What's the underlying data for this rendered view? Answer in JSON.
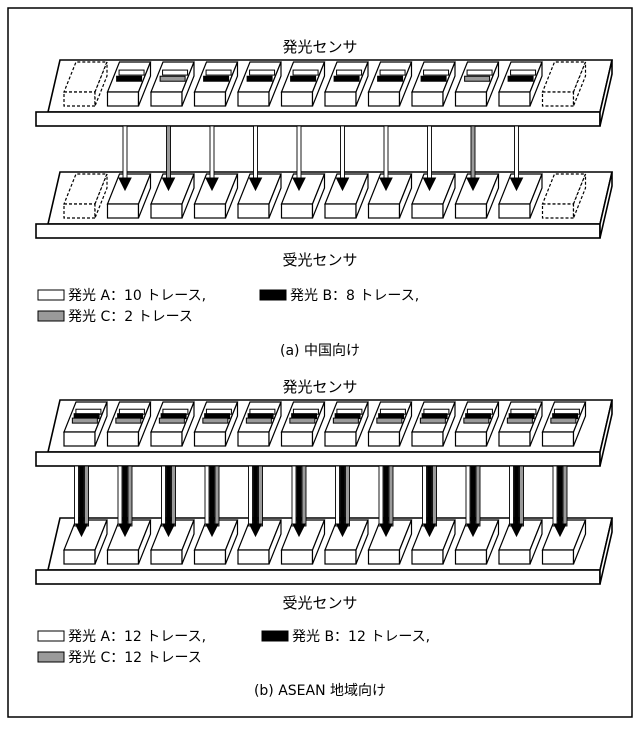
{
  "panel_a": {
    "emitter_label": "発光センサ",
    "receiver_label": "受光センサ",
    "legend": {
      "a_text": "発光 A：10 トレース,",
      "b_text": "発光 B：8 トレース,",
      "c_text": "発光 C：2 トレース"
    },
    "caption": "(a) 中国向け",
    "slots": [
      {
        "emitter": "none",
        "arrow": "none"
      },
      {
        "emitter": "B",
        "arrow": "A"
      },
      {
        "emitter": "C",
        "arrow": "C"
      },
      {
        "emitter": "B",
        "arrow": "A"
      },
      {
        "emitter": "B",
        "arrow": "A"
      },
      {
        "emitter": "B",
        "arrow": "A"
      },
      {
        "emitter": "B",
        "arrow": "A"
      },
      {
        "emitter": "B",
        "arrow": "A"
      },
      {
        "emitter": "B",
        "arrow": "A"
      },
      {
        "emitter": "C",
        "arrow": "C"
      },
      {
        "emitter": "B",
        "arrow": "A"
      },
      {
        "emitter": "none",
        "arrow": "none"
      }
    ]
  },
  "panel_b": {
    "emitter_label": "発光センサ",
    "receiver_label": "受光センサ",
    "legend": {
      "a_text": "発光 A：12 トレース,",
      "b_text": "発光 B：12 トレース,",
      "c_text": "発光 C：12 トレース"
    },
    "caption": "(b) ASEAN 地域向け",
    "slots": [
      {
        "emitter": "ABC",
        "arrow": "ABC"
      },
      {
        "emitter": "ABC",
        "arrow": "ABC"
      },
      {
        "emitter": "ABC",
        "arrow": "ABC"
      },
      {
        "emitter": "ABC",
        "arrow": "ABC"
      },
      {
        "emitter": "ABC",
        "arrow": "ABC"
      },
      {
        "emitter": "ABC",
        "arrow": "ABC"
      },
      {
        "emitter": "ABC",
        "arrow": "ABC"
      },
      {
        "emitter": "ABC",
        "arrow": "ABC"
      },
      {
        "emitter": "ABC",
        "arrow": "ABC"
      },
      {
        "emitter": "ABC",
        "arrow": "ABC"
      },
      {
        "emitter": "ABC",
        "arrow": "ABC"
      },
      {
        "emitter": "ABC",
        "arrow": "ABC"
      }
    ]
  },
  "colors": {
    "A": "#ffffff",
    "B": "#000000",
    "C": "#9a9a9a"
  }
}
